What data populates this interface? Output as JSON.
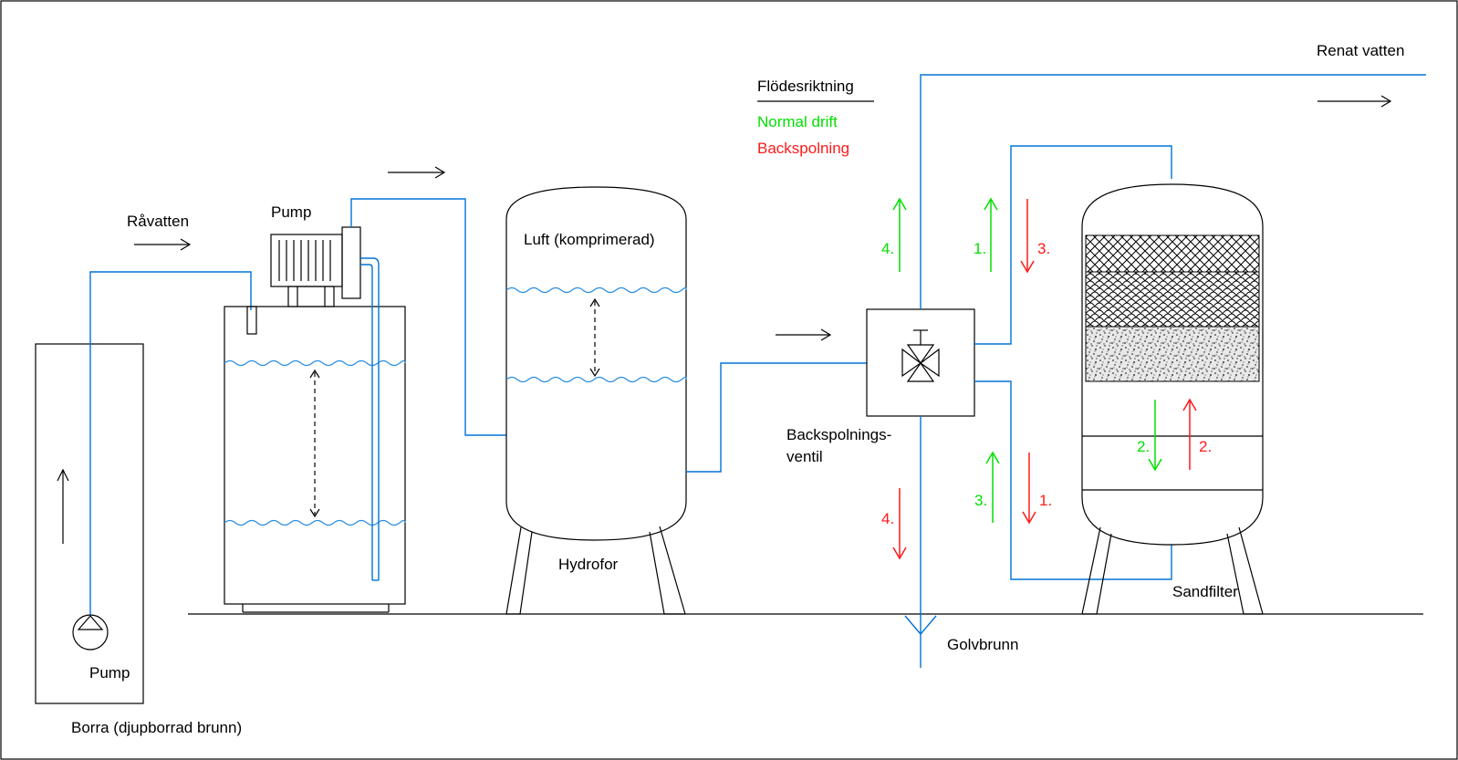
{
  "labels": {
    "renat_vatten": "Renat vatten",
    "flodesriktning": "Flödesriktning",
    "normal_drift": "Normal drift",
    "backspolning": "Backspolning",
    "ravatten": "Råvatten",
    "pump_top": "Pump",
    "pump_bottom": "Pump",
    "luft": "Luft (komprimerad)",
    "hydrofor": "Hydrofor",
    "valve_line1": "Backspolnings-",
    "valve_line2": "ventil",
    "sandfilter": "Sandfilter",
    "golvbrunn": "Golvbrunn",
    "borra": "Borra (djupborrad brunn)"
  },
  "steps": {
    "g4": "4.",
    "g1": "1.",
    "r3": "3.",
    "g2": "2.",
    "r2": "2.",
    "g3": "3.",
    "r1": "1.",
    "r4": "4."
  },
  "colors": {
    "normal": "#00e000",
    "backwash": "#ff1a1a",
    "pipe": "#0073d6",
    "line": "#000000"
  },
  "icons": [
    "pump-symbol-icon",
    "valve-symbol-icon",
    "flow-arrow-icon"
  ]
}
